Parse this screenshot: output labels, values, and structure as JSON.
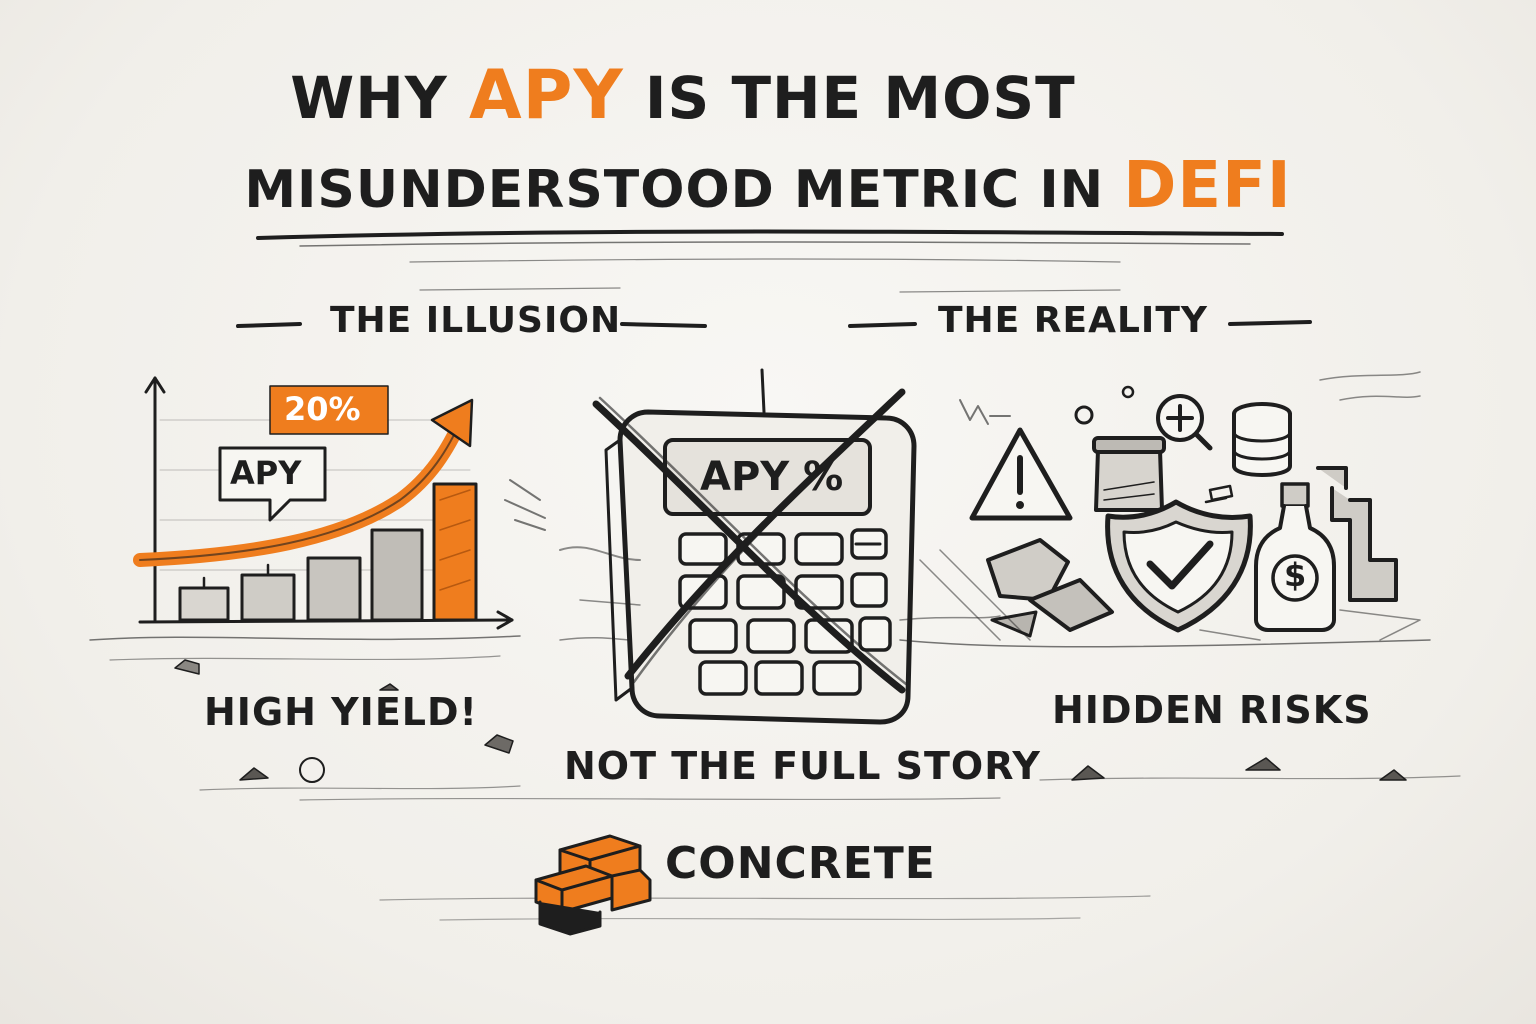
{
  "title": {
    "part1": "WHY ",
    "accent1": "APY",
    "part2": " IS THE MOST",
    "part3": "MISUNDERSTOOD METRIC IN ",
    "accent2": "DEFI"
  },
  "sections": {
    "illusion_label": "THE ILLUSION",
    "reality_label": "THE REALITY"
  },
  "illusion": {
    "percent_badge": "20%",
    "apy_bubble": "APY",
    "caption": "HIGH YIELD!"
  },
  "calculator": {
    "screen": "APY %",
    "caption": "NOT THE FULL STORY"
  },
  "reality": {
    "caption": "HIDDEN RISKS",
    "icons": [
      "warning-icon",
      "database-icon",
      "shield-check-icon",
      "money-bottle-icon",
      "search-plus-icon",
      "jar-icon"
    ]
  },
  "brand": {
    "name": "CONCRETE",
    "color": "#ef7d1e"
  },
  "colors": {
    "accent": "#ef7d1e",
    "ink": "#1e1e1e",
    "paper": "#f4f2ee"
  }
}
